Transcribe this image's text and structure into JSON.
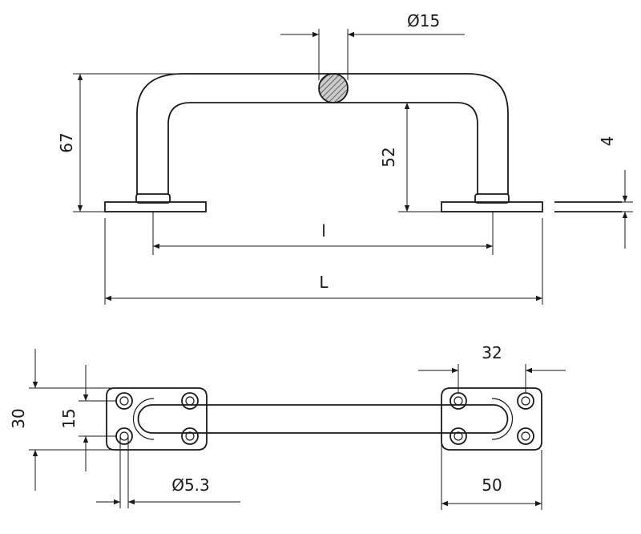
{
  "labels": {
    "rod_diameter": "Ø15",
    "total_height": "67",
    "inner_height": "52",
    "plate_thickness": "4",
    "center_distance": "l",
    "overall_length": "L",
    "plate_width": "30",
    "hole_spacing_vertical": "15",
    "hole_spacing_horizontal": "32",
    "hole_diameter": "Ø5.3",
    "plate_length": "50"
  },
  "colors": {
    "line": "#1a1a1a",
    "rod_section_fill": "#cccccc",
    "background": "#ffffff"
  }
}
